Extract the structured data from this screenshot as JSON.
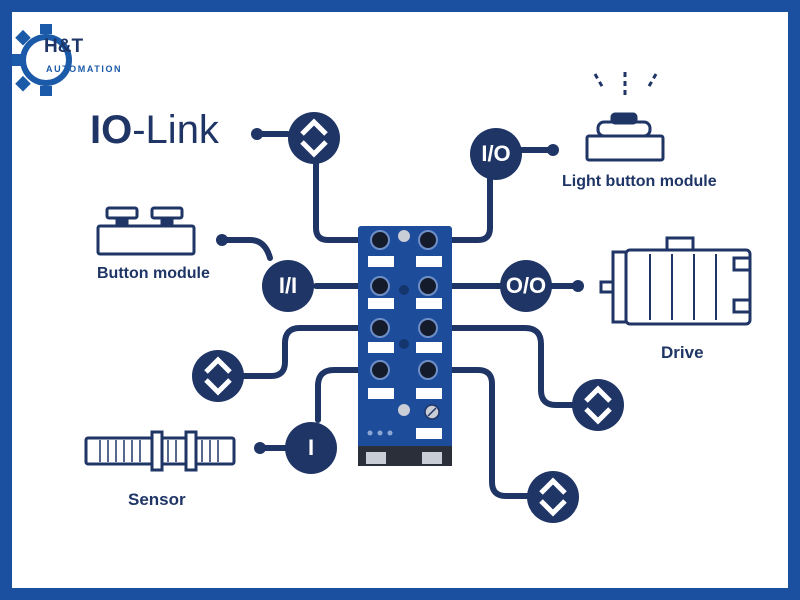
{
  "logo": {
    "line1": "H&T",
    "line2": "AUTOMATION",
    "icon": "gear-icon"
  },
  "title": {
    "io": "IO",
    "rest": "-Link"
  },
  "badges": {
    "io_top": "I/O",
    "input_left": "I/I",
    "output_right": "O/O",
    "sensor": "I"
  },
  "devices": {
    "light_button": "Light button module",
    "button_module": "Button module",
    "drive": "Drive",
    "sensor": "Sensor"
  },
  "colors": {
    "frame": "#1b4fa0",
    "navy": "#1f3566",
    "module": "#1d4c9a",
    "background": "#ffffff"
  }
}
